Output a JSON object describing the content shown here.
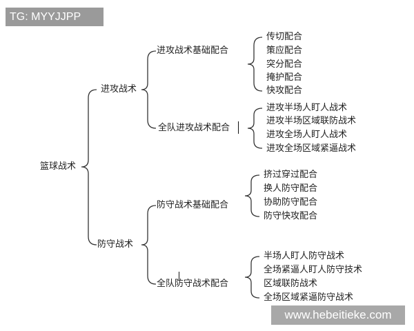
{
  "watermark_top": "TG: MYYJJPP",
  "watermark_bottom": "www.hebeitieke.com",
  "tree": {
    "root": "篮球战术",
    "offense": {
      "label": "进攻战术",
      "basic": {
        "label": "进攻战术基础配合",
        "items": [
          "传切配合",
          "策应配合",
          "突分配合",
          "掩护配合",
          "快攻配合"
        ]
      },
      "team": {
        "label": "全队进攻战术配合",
        "items": [
          "进攻半场人盯人战术",
          "进攻半场区域联防战术",
          "进攻全场人盯人战术",
          "进攻全场区域紧逼战术"
        ]
      }
    },
    "defense": {
      "label": "防守战术",
      "basic": {
        "label": "防守战术基础配合",
        "items": [
          "挤过穿过配合",
          "换人防守配合",
          "协助防守配合",
          "防守快攻配合"
        ]
      },
      "team": {
        "label": "全队防守战术配合",
        "items": [
          "半场人盯人防守战术",
          "全场紧逼人盯人防守技术",
          "区域联防战术",
          "全场区域紧逼防守战术"
        ]
      }
    }
  }
}
